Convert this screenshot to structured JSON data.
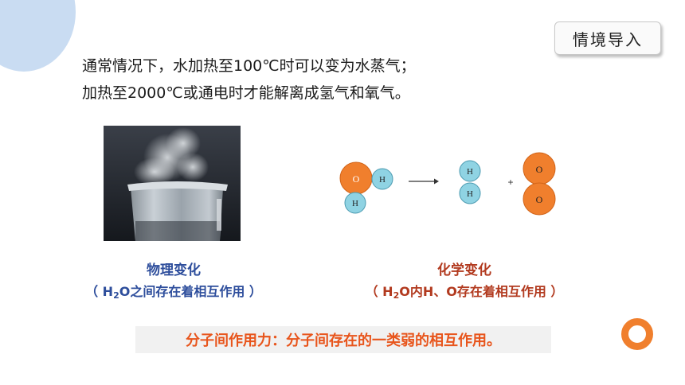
{
  "tag": {
    "label": "情境导入"
  },
  "intro": {
    "line1": "通常情况下，水加热至100℃时可以变为水蒸气；",
    "line2": "加热至2000℃或通电时才能解离成氢气和氧气。"
  },
  "diagram": {
    "atom_o": "O",
    "atom_h": "H",
    "plus": "+"
  },
  "physical": {
    "title": "物理变化",
    "open": "（ H",
    "sub": "2",
    "rest": "O之间存在着相互作用 ）"
  },
  "chemical": {
    "title": "化学变化",
    "open": "（ H",
    "sub": "2",
    "rest": "O内H、O存在着相互作用 ）"
  },
  "highlight": {
    "text": "分子间作用力：分子间存在的一类弱的相互作用。"
  },
  "colors": {
    "oxygen": "#f07f2d",
    "hydrogen": "#8fd3e3",
    "accent": "#e8551c",
    "physical": "#2e4e9c",
    "chemical": "#b23a1f"
  }
}
